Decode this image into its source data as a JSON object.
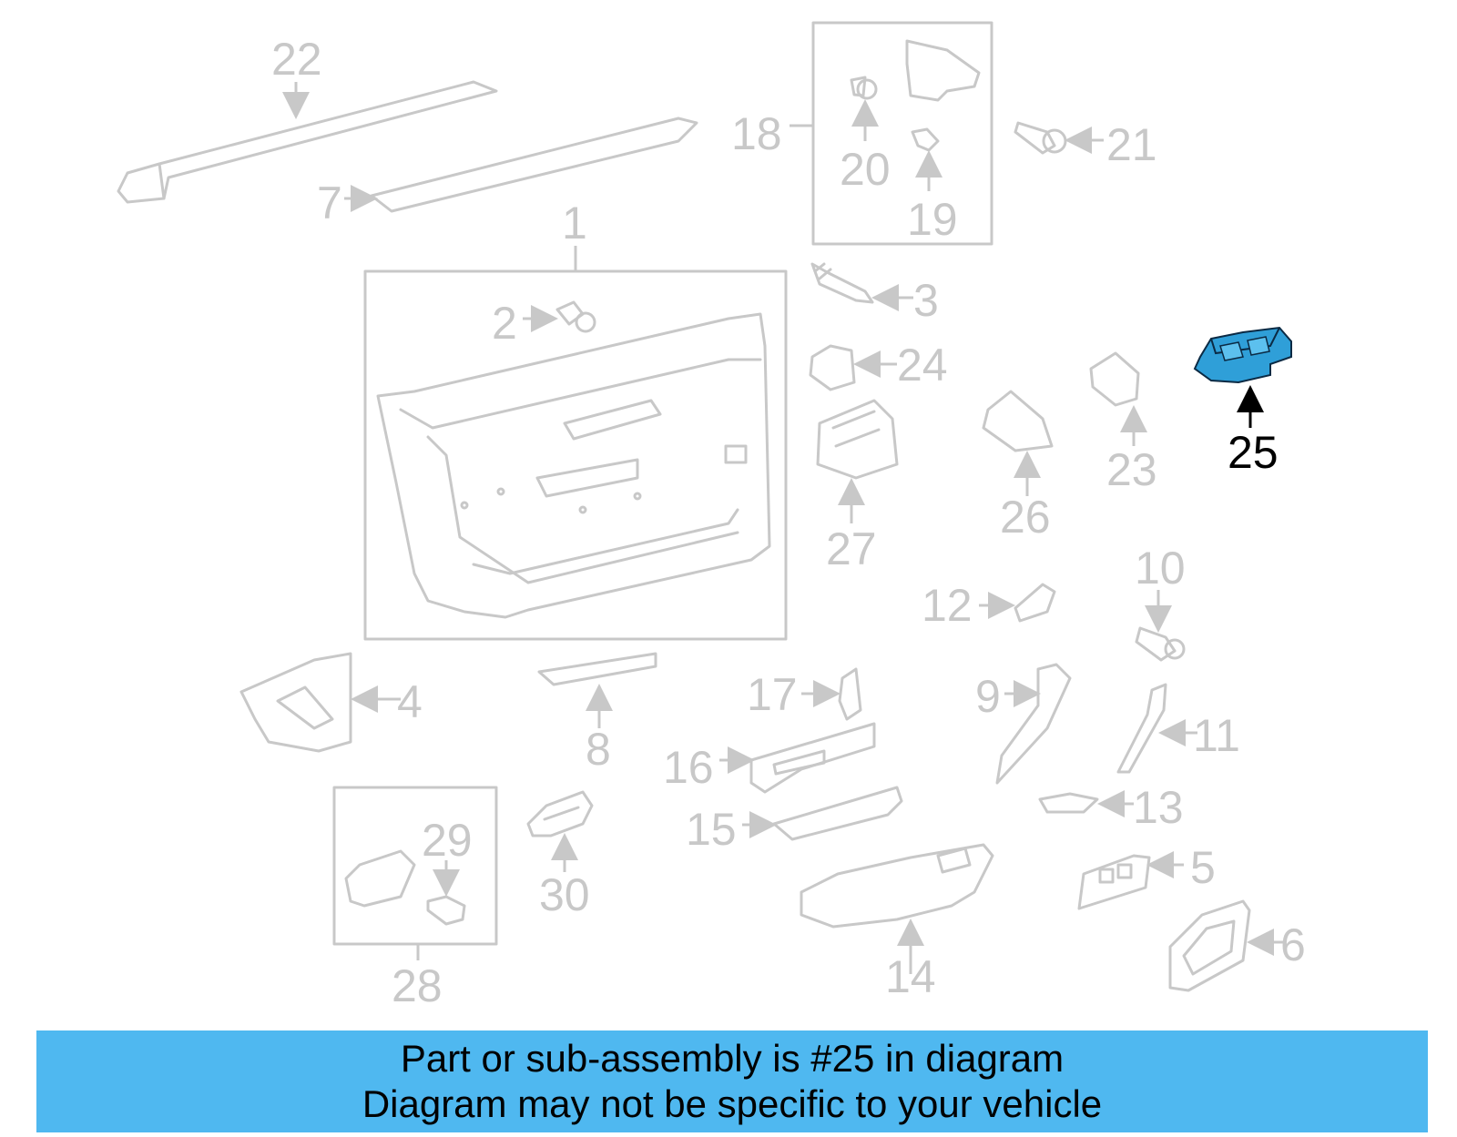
{
  "callouts": {
    "c1": "1",
    "c2": "2",
    "c3": "3",
    "c4": "4",
    "c5": "5",
    "c6": "6",
    "c7": "7",
    "c8": "8",
    "c9": "9",
    "c10": "10",
    "c11": "11",
    "c12": "12",
    "c13": "13",
    "c14": "14",
    "c15": "15",
    "c16": "16",
    "c17": "17",
    "c18": "18",
    "c19": "19",
    "c20": "20",
    "c21": "21",
    "c22": "22",
    "c23": "23",
    "c24": "24",
    "c25": "25",
    "c26": "26",
    "c27": "27",
    "c28": "28",
    "c29": "29",
    "c30": "30"
  },
  "highlight": {
    "part_number": "25",
    "color": "#2f9fd8",
    "outline": "#0b2a44"
  },
  "colors": {
    "line_art": "#c8c8c8",
    "banner_bg": "#4fb8f0",
    "text_dark": "#000000"
  },
  "banner": {
    "line1": "Part or sub-assembly is #25 in diagram",
    "line2": "Diagram may not be specific to your vehicle"
  }
}
